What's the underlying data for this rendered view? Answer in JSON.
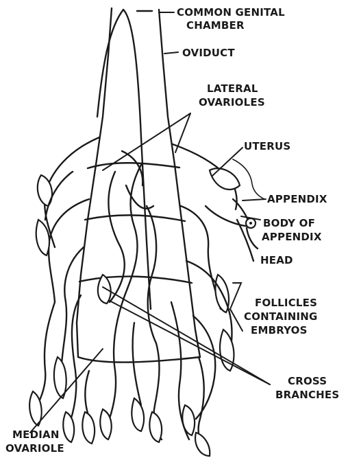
{
  "labels": {
    "common_genital_chamber_1": "COMMON GENITAL",
    "common_genital_chamber_2": "CHAMBER",
    "oviduct": "OVIDUCT",
    "lateral_ovarioles_1": "LATERAL",
    "lateral_ovarioles_2": "OVARIOLES",
    "uterus": "UTERUS",
    "appendix": "APPENDIX",
    "body_of_appendix_1": "BODY OF",
    "body_of_appendix_2": "APPENDIX",
    "head": "HEAD",
    "follicles_1": "FOLLICLES",
    "follicles_2": "CONTAINING",
    "follicles_3": "EMBRYOS",
    "cross_branches_1": "CROSS",
    "cross_branches_2": "BRANCHES",
    "median_ovariole_1": "MEDIAN",
    "median_ovariole_2": "OVARIOLE"
  },
  "colors": {
    "ink": "#1a1a1a",
    "background": "#ffffff"
  }
}
